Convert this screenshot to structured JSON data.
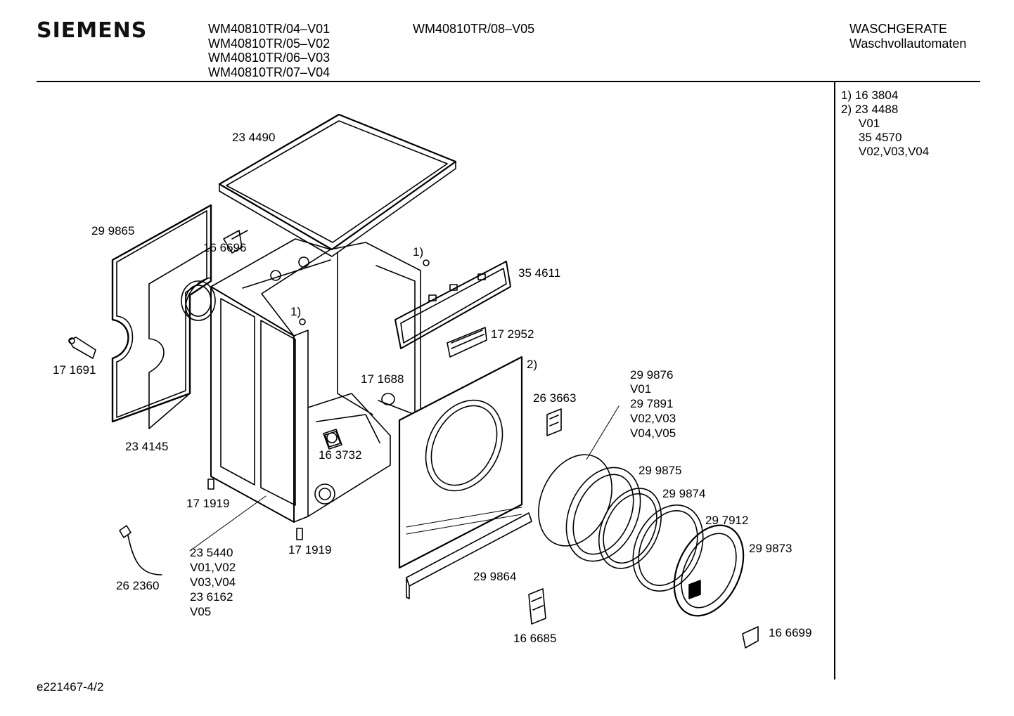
{
  "brand": "SIEMENS",
  "header": {
    "models_col1": [
      "WM40810TR/04–V01",
      "WM40810TR/05–V02",
      "WM40810TR/06–V03",
      "WM40810TR/07–V04"
    ],
    "models_col2": [
      "WM40810TR/08–V05"
    ],
    "category": "WASCHGERATE",
    "subcategory": "Waschvollautomaten"
  },
  "notes": {
    "n1": "1)  16 3804",
    "n2": "2)  23 4488",
    "n2_v1": "V01",
    "n2_alt": "35 4570",
    "n2_v2": "V02,V03,V04"
  },
  "parts": {
    "p234490": "23 4490",
    "p299865": "29 9865",
    "p166696": "16 6696",
    "fn1a": "1)",
    "fn1b": "1)",
    "fn2": "2)",
    "p354611": "35 4611",
    "p172952": "17 2952",
    "p171691": "17 1691",
    "p171688": "17 1688",
    "p263663": "26 3663",
    "p299876": "29 9876",
    "p299876_v": "V01",
    "p297891": "29 7891",
    "p297891_v1": "V02,V03",
    "p297891_v2": "V04,V05",
    "p234145": "23 4145",
    "p163732": "16 3732",
    "p299875": "29 9875",
    "p299874": "29 9874",
    "p171919a": "17 1919",
    "p171919b": "17 1919",
    "p297912": "29 7912",
    "p299873": "29 9873",
    "p235440": "23 5440",
    "p235440_v1": "V01,V02",
    "p235440_v2": "V03,V04",
    "p236162": "23 6162",
    "p236162_v": "V05",
    "p262360": "26 2360",
    "p299864": "29 9864",
    "p166685": "16 6685",
    "p166699": "16 6699"
  },
  "footer": "e221467-4/2"
}
